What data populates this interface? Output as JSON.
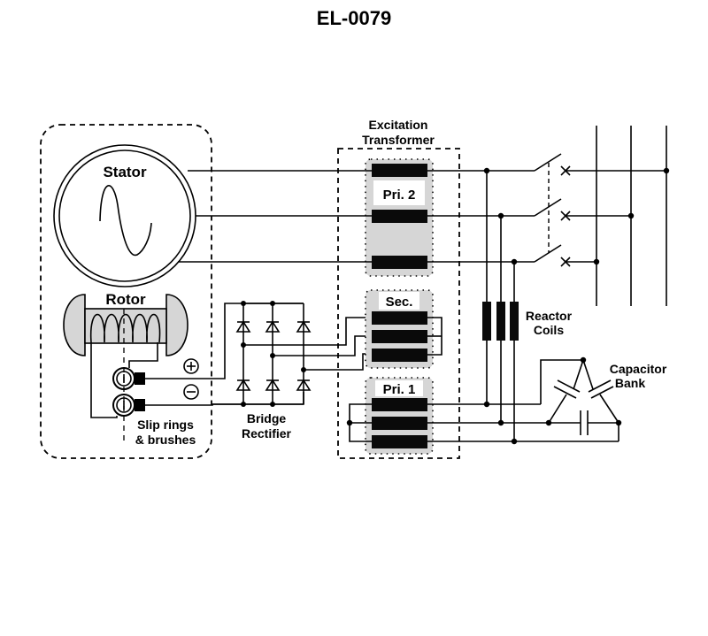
{
  "title": "EL-0079",
  "labels": {
    "stator": "Stator",
    "rotor": "Rotor",
    "slip_rings_line1": "Slip rings",
    "slip_rings_line2": "& brushes",
    "plus": "+",
    "minus": "−",
    "bridge_line1": "Bridge",
    "bridge_line2": "Rectifier",
    "excitation_line1": "Excitation",
    "excitation_line2": "Transformer",
    "pri2": "Pri. 2",
    "sec": "Sec.",
    "pri1": "Pri. 1",
    "reactor_line1": "Reactor",
    "reactor_line2": "Coils",
    "capacitor_line1": "Capacitor",
    "capacitor_line2": "Bank"
  },
  "colors": {
    "line": "#000000",
    "winding": "#0a0a0a",
    "shading": "#d6d6d6",
    "background": "#ffffff"
  }
}
